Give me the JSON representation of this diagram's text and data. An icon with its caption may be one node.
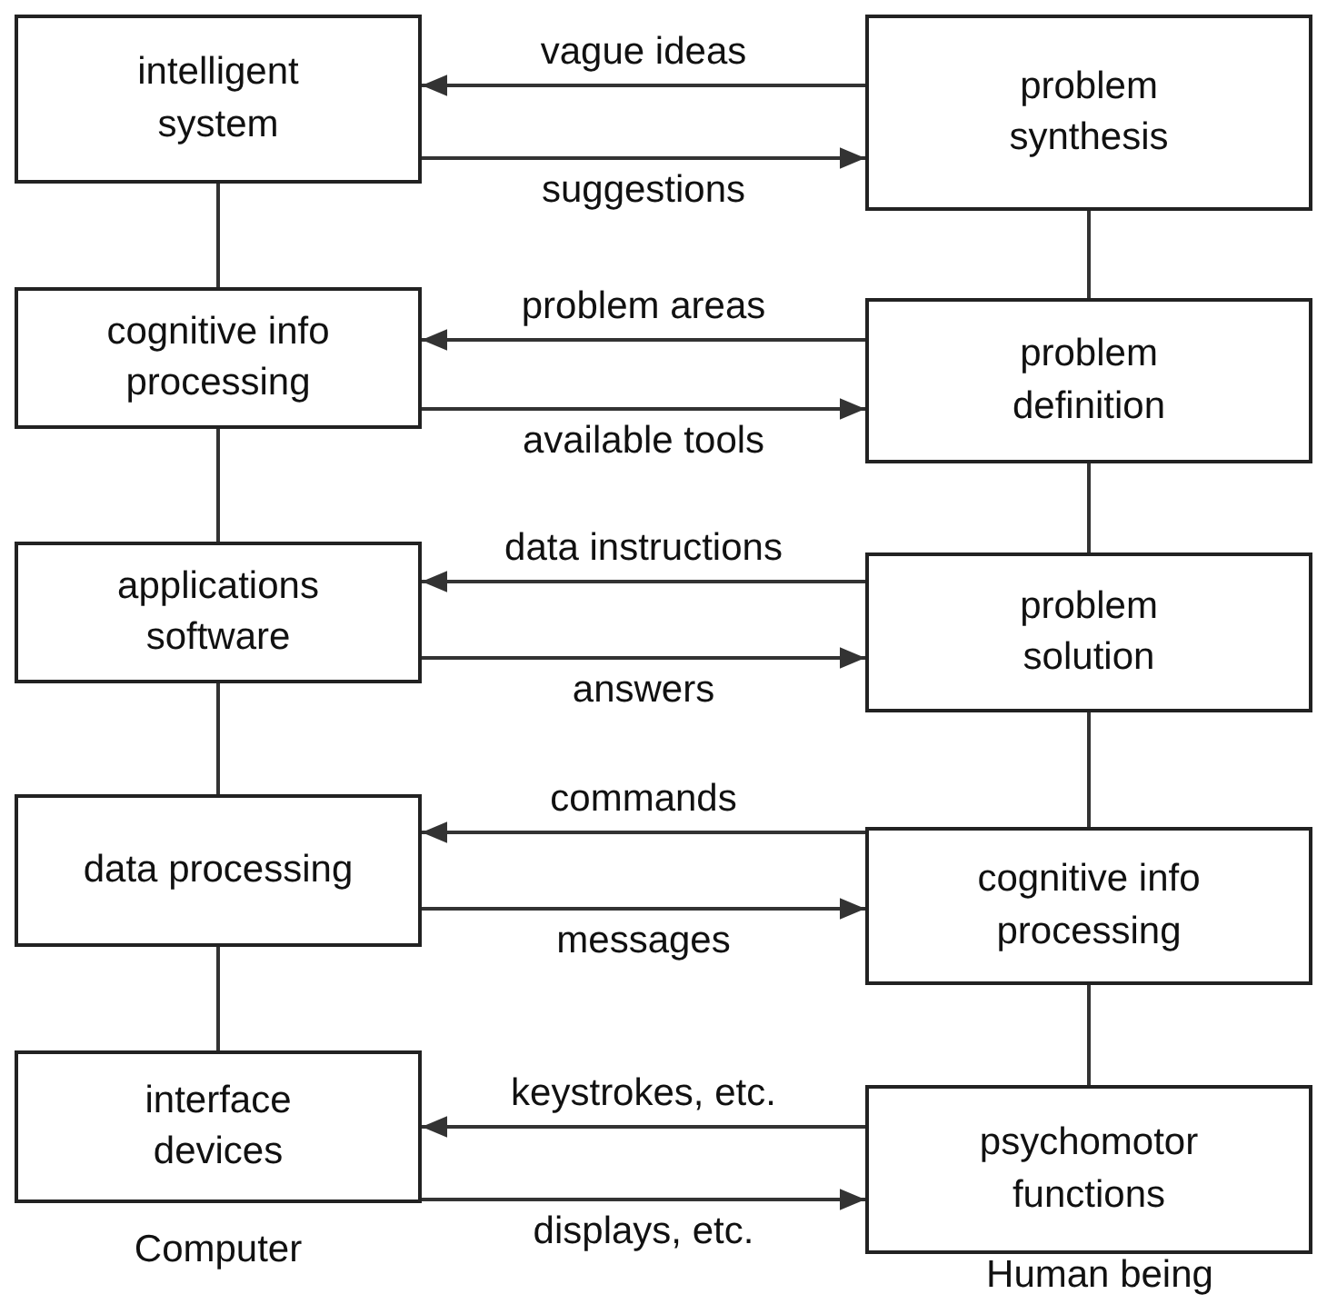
{
  "diagram": {
    "nodes": [
      {
        "text": [
          "intelligent system"
        ]
      },
      {
        "text": [
          "problem synthesis"
        ]
      },
      {
        "text": [
          "cognitive info processing"
        ]
      },
      {
        "text": [
          "problem definition"
        ]
      },
      {
        "text": [
          "applications software"
        ]
      },
      {
        "text": [
          "problem solution"
        ]
      },
      {
        "text": [
          "data processing"
        ]
      },
      {
        "text": [
          "cognitive info processing"
        ]
      },
      {
        "text": [
          "interface devices"
        ]
      },
      {
        "text": [
          "psychomotor functions"
        ]
      }
    ],
    "edges": [
      {
        "from": 1,
        "to": 0,
        "arrow": "to",
        "label": "vague ideas"
      },
      {
        "from": 0,
        "to": 1,
        "arrow": "to",
        "label": "suggestions"
      },
      {
        "from": 3,
        "to": 2,
        "arrow": "to",
        "label": "problem areas"
      },
      {
        "from": 2,
        "to": 3,
        "arrow": "to",
        "label": "available tools"
      },
      {
        "from": 5,
        "to": 4,
        "arrow": "to",
        "label": "data instructions"
      },
      {
        "from": 4,
        "to": 5,
        "arrow": "to",
        "label": "answers"
      },
      {
        "from": 7,
        "to": 6,
        "arrow": "to",
        "label": "commands"
      },
      {
        "from": 6,
        "to": 7,
        "arrow": "to",
        "label": "messages"
      },
      {
        "from": 9,
        "to": 8,
        "arrow": "to",
        "label": "keystrokes, etc."
      },
      {
        "from": 8,
        "to": 9,
        "arrow": "to",
        "label": "displays, etc."
      },
      {
        "from": 0,
        "to": 2,
        "arrow": "none"
      },
      {
        "from": 2,
        "to": 4,
        "arrow": "none"
      },
      {
        "from": 4,
        "to": 6,
        "arrow": "none"
      },
      {
        "from": 6,
        "to": 8,
        "arrow": "none"
      },
      {
        "from": 1,
        "to": 3,
        "arrow": "none"
      },
      {
        "from": 3,
        "to": 5,
        "arrow": "none"
      },
      {
        "from": 5,
        "to": 7,
        "arrow": "none"
      },
      {
        "from": 7,
        "to": 9,
        "arrow": "none"
      }
    ],
    "labels": [
      "Computer",
      "Human being"
    ]
  }
}
